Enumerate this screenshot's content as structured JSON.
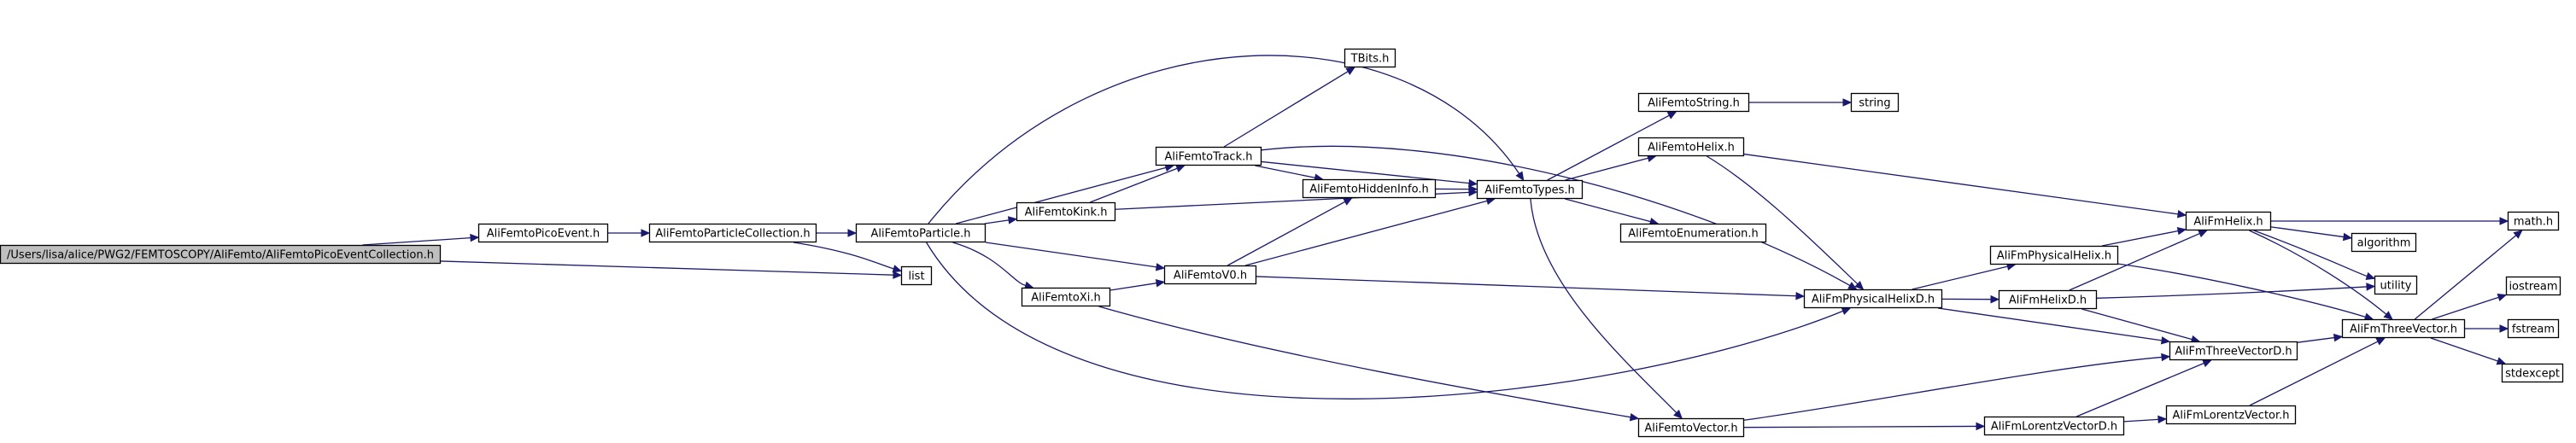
{
  "graph": {
    "colors": {
      "node_fill": "#ffffff",
      "node_border": "#000000",
      "root_fill": "#bfbfbf",
      "edge": "#191970",
      "external_border": "#bfbfbf"
    },
    "nodes": [
      {
        "id": "root",
        "label": "/Users/lisa/alice/PWG2/FEMTOSCOPY/AliFemto/AliFemtoPicoEventCollection.h",
        "kind": "root"
      },
      {
        "id": "picoevent",
        "label": "AliFemtoPicoEvent.h",
        "kind": "file"
      },
      {
        "id": "particlecoll",
        "label": "AliFemtoParticleCollection.h",
        "kind": "file"
      },
      {
        "id": "list",
        "label": "list",
        "kind": "external"
      },
      {
        "id": "particle",
        "label": "AliFemtoParticle.h",
        "kind": "file"
      },
      {
        "id": "track",
        "label": "AliFemtoTrack.h",
        "kind": "file"
      },
      {
        "id": "kink",
        "label": "AliFemtoKink.h",
        "kind": "file"
      },
      {
        "id": "v0",
        "label": "AliFemtoV0.h",
        "kind": "file"
      },
      {
        "id": "xi",
        "label": "AliFemtoXi.h",
        "kind": "file"
      },
      {
        "id": "tbits",
        "label": "TBits.h",
        "kind": "external"
      },
      {
        "id": "hidden",
        "label": "AliFemtoHiddenInfo.h",
        "kind": "file"
      },
      {
        "id": "types",
        "label": "AliFemtoTypes.h",
        "kind": "file"
      },
      {
        "id": "string_h",
        "label": "AliFemtoString.h",
        "kind": "file"
      },
      {
        "id": "string",
        "label": "string",
        "kind": "external"
      },
      {
        "id": "helix",
        "label": "AliFemtoHelix.h",
        "kind": "file"
      },
      {
        "id": "enumeration",
        "label": "AliFemtoEnumeration.h",
        "kind": "file"
      },
      {
        "id": "vector",
        "label": "AliFemtoVector.h",
        "kind": "file"
      },
      {
        "id": "physhelixd",
        "label": "AliFmPhysicalHelixD.h",
        "kind": "file"
      },
      {
        "id": "physhelix",
        "label": "AliFmPhysicalHelix.h",
        "kind": "file"
      },
      {
        "id": "fmhelixd",
        "label": "AliFmHelixD.h",
        "kind": "file"
      },
      {
        "id": "fmhelix",
        "label": "AliFmHelix.h",
        "kind": "file"
      },
      {
        "id": "threevecd",
        "label": "AliFmThreeVectorD.h",
        "kind": "file"
      },
      {
        "id": "lorentzd",
        "label": "AliFmLorentzVectorD.h",
        "kind": "file"
      },
      {
        "id": "lorentz",
        "label": "AliFmLorentzVector.h",
        "kind": "file"
      },
      {
        "id": "algorithm",
        "label": "algorithm",
        "kind": "external"
      },
      {
        "id": "utility",
        "label": "utility",
        "kind": "external"
      },
      {
        "id": "threevec",
        "label": "AliFmThreeVector.h",
        "kind": "file"
      },
      {
        "id": "math",
        "label": "math.h",
        "kind": "external"
      },
      {
        "id": "iostream",
        "label": "iostream",
        "kind": "external"
      },
      {
        "id": "fstream",
        "label": "fstream",
        "kind": "external"
      },
      {
        "id": "stdexcept",
        "label": "stdexcept",
        "kind": "external"
      }
    ],
    "edges": [
      {
        "from": "root",
        "to": "picoevent"
      },
      {
        "from": "root",
        "to": "list"
      },
      {
        "from": "picoevent",
        "to": "particlecoll"
      },
      {
        "from": "particlecoll",
        "to": "particle"
      },
      {
        "from": "particlecoll",
        "to": "list"
      },
      {
        "from": "particle",
        "to": "types"
      },
      {
        "from": "particle",
        "to": "track"
      },
      {
        "from": "particle",
        "to": "kink"
      },
      {
        "from": "particle",
        "to": "v0"
      },
      {
        "from": "particle",
        "to": "xi"
      },
      {
        "from": "particle",
        "to": "physhelixd"
      },
      {
        "from": "track",
        "to": "tbits"
      },
      {
        "from": "track",
        "to": "types"
      },
      {
        "from": "track",
        "to": "hidden"
      },
      {
        "from": "track",
        "to": "physhelixd"
      },
      {
        "from": "kink",
        "to": "track"
      },
      {
        "from": "kink",
        "to": "types"
      },
      {
        "from": "v0",
        "to": "hidden"
      },
      {
        "from": "v0",
        "to": "types"
      },
      {
        "from": "v0",
        "to": "physhelixd"
      },
      {
        "from": "xi",
        "to": "v0"
      },
      {
        "from": "xi",
        "to": "vector"
      },
      {
        "from": "hidden",
        "to": "types"
      },
      {
        "from": "types",
        "to": "string_h"
      },
      {
        "from": "types",
        "to": "helix"
      },
      {
        "from": "types",
        "to": "enumeration"
      },
      {
        "from": "types",
        "to": "vector"
      },
      {
        "from": "string_h",
        "to": "string"
      },
      {
        "from": "helix",
        "to": "fmhelix"
      },
      {
        "from": "helix",
        "to": "physhelixd"
      },
      {
        "from": "physhelixd",
        "to": "physhelix"
      },
      {
        "from": "physhelixd",
        "to": "fmhelixd"
      },
      {
        "from": "physhelixd",
        "to": "threevecd"
      },
      {
        "from": "physhelix",
        "to": "fmhelix"
      },
      {
        "from": "physhelix",
        "to": "threevec"
      },
      {
        "from": "fmhelixd",
        "to": "fmhelix"
      },
      {
        "from": "fmhelixd",
        "to": "threevecd"
      },
      {
        "from": "fmhelixd",
        "to": "utility"
      },
      {
        "from": "fmhelix",
        "to": "math"
      },
      {
        "from": "fmhelix",
        "to": "algorithm"
      },
      {
        "from": "fmhelix",
        "to": "utility"
      },
      {
        "from": "fmhelix",
        "to": "threevec"
      },
      {
        "from": "vector",
        "to": "threevecd"
      },
      {
        "from": "vector",
        "to": "lorentzd"
      },
      {
        "from": "lorentzd",
        "to": "threevecd"
      },
      {
        "from": "lorentzd",
        "to": "lorentz"
      },
      {
        "from": "lorentz",
        "to": "threevec"
      },
      {
        "from": "threevecd",
        "to": "threevec"
      },
      {
        "from": "threevec",
        "to": "math"
      },
      {
        "from": "threevec",
        "to": "iostream"
      },
      {
        "from": "threevec",
        "to": "fstream"
      },
      {
        "from": "threevec",
        "to": "stdexcept"
      }
    ]
  }
}
